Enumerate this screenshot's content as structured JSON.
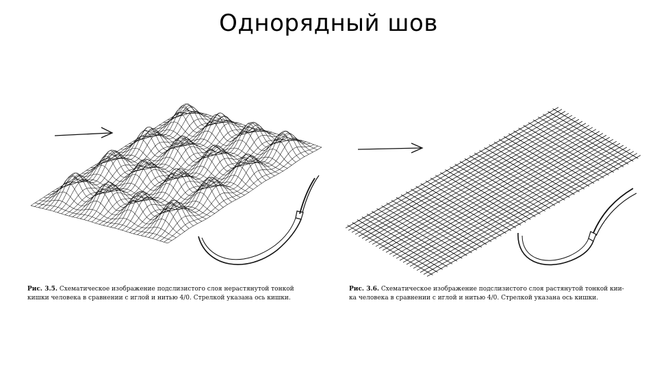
{
  "slide": {
    "title": "Однорядный шов"
  },
  "figures": [
    {
      "caption_label": "Рис. 3.5.",
      "caption_line1": "Схематическое изображение подслизистого слоя нерастянутой тонкой",
      "caption_line2": "кишки человека в сравнении с иглой и нитью 4/0. Стрелкой указана ось кишки."
    },
    {
      "caption_label": "Рис. 3.6.",
      "caption_line1": "Схематическое изображение подслизистого слоя растянутой тонкой кии-",
      "caption_line2": "ка человека в сравнении с иглой и нитью 4/0. Стрелкой указана ось кишки."
    }
  ],
  "colors": {
    "background": "#ffffff",
    "ink": "#111111"
  }
}
